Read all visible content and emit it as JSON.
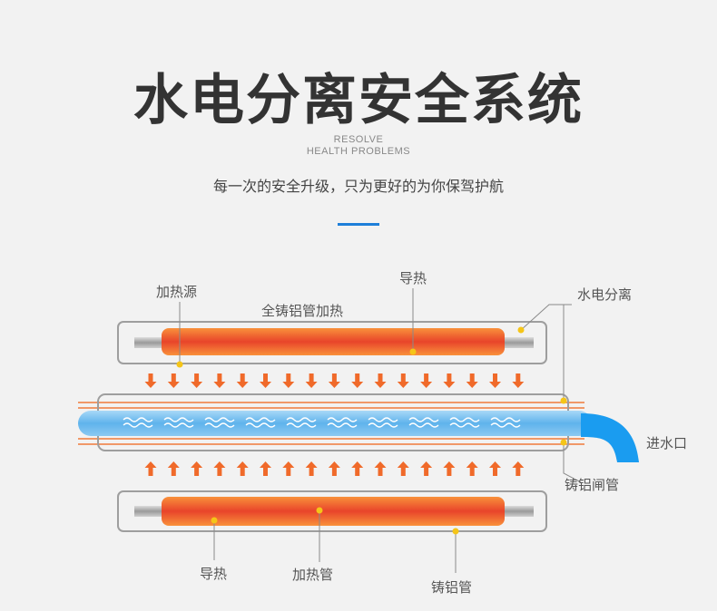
{
  "header": {
    "title": "水电分离安全系统",
    "subtitle_en_line1": "RESOLVE",
    "subtitle_en_line2": "HEALTH PROBLEMS",
    "slogan": "每一次的安全升级，只为更好的为你保驾护航"
  },
  "labels": {
    "heat_source": "加热源",
    "full_cast_aluminum": "全铸铝管加热",
    "heat_conduction_top": "导热",
    "water_electric_separation": "水电分离",
    "water_inlet": "进水口",
    "cast_aluminum_gate_pipe": "铸铝闸管",
    "heat_conduction_bottom": "导热",
    "heating_tube": "加热管",
    "cast_aluminum_tube": "铸铝管"
  },
  "colors": {
    "accent_blue": "#1e7fd9",
    "heater_red": "#e8442a",
    "arrow_orange": "#f06a2a",
    "water_blue": "#5fb3ec",
    "inlet_blue": "#1a9cf0",
    "leader_yellow": "#f5c518"
  }
}
